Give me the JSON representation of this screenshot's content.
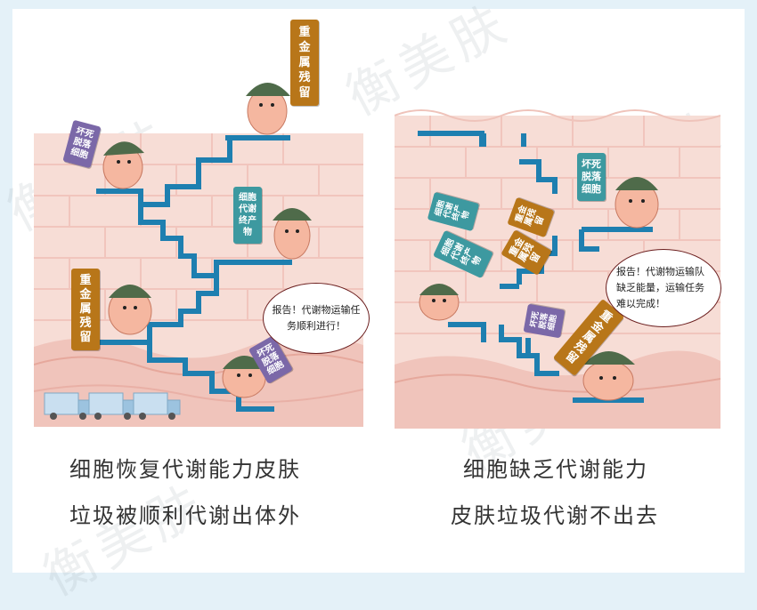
{
  "watermark": "衡美肤",
  "left_panel": {
    "signs": {
      "heavy_metal_top": "重金属残留",
      "dead_cells_top": "坏死脱落细胞",
      "metabolic_products": "细胞代谢终产物",
      "heavy_metal_bottom": "重金属残留",
      "dead_cells_bottom": "坏死脱落细胞"
    },
    "bubble": "报告！代谢物运输任务顺利进行！",
    "caption_line1": "细胞恢复代谢能力皮肤",
    "caption_line2": "垃圾被顺利代谢出体外"
  },
  "right_panel": {
    "signs": {
      "dead_cells_top": "坏死脱落细胞",
      "heavy_metal_a": "重金属残留",
      "heavy_metal_b": "重金属残留",
      "metabolic_a": "细胞代谢终产物",
      "metabolic_b": "细胞代谢终产物",
      "dead_cells_small": "坏死脱落细胞",
      "heavy_metal_bottom": "重金属残留"
    },
    "bubble": "报告！代谢物运输队缺乏能量，运输任务难以完成！",
    "caption_line1": "细胞缺乏代谢能力",
    "caption_line2": "皮肤垃圾代谢不出去"
  },
  "colors": {
    "stair": "#1e7fb0",
    "skin": "#f6d9d2",
    "brick": "#f2c8c0",
    "helmet": "#4f6b4a",
    "sign_purple": "#7b68a8",
    "sign_orange": "#b87619",
    "sign_teal": "#3d99a0"
  }
}
